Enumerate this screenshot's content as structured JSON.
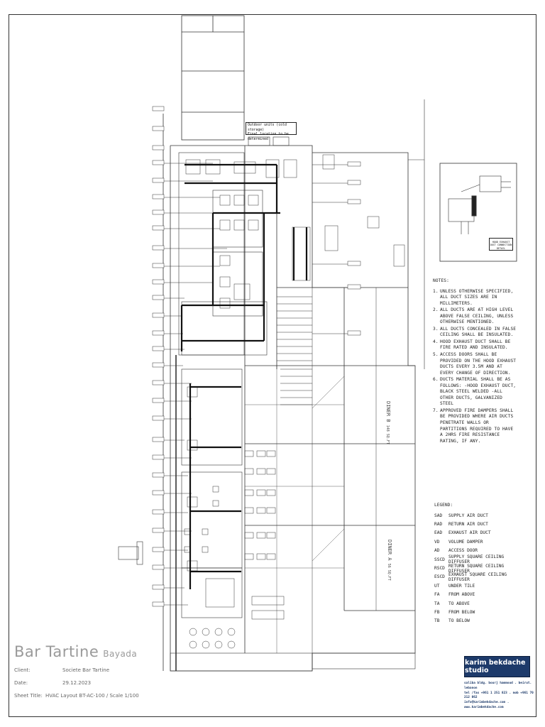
{
  "callout": {
    "line1": "Outdoor units (cold storage)",
    "line2": "Final location to be determined"
  },
  "rooms": [
    {
      "name": "DINER B",
      "area": "148 SQ.FT"
    },
    {
      "name": "DINER A",
      "area": "56 SQ.FT"
    }
  ],
  "inset": {
    "caption": "HOOD EXHAUST DUCT CONNECTION DETAIL"
  },
  "notes": {
    "heading": "NOTES:",
    "items": [
      {
        "num": "1.",
        "text": "UNLESS OTHERWISE SPECIFIED, ALL DUCT SIZES ARE IN MILLIMETERS."
      },
      {
        "num": "2.",
        "text": "ALL DUCTS ARE AT HIGH LEVEL ABOVE FALSE CEILING, UNLESS OTHERWISE MENTIONED."
      },
      {
        "num": "3.",
        "text": "ALL DUCTS CONCEALED IN FALSE CEILING SHALL BE INSULATED."
      },
      {
        "num": "4.",
        "text": "HOOD EXHAUST DUCT SHALL BE FIRE RATED AND INSULATED."
      },
      {
        "num": "5.",
        "text": "ACCESS DOORS SHALL BE PROVIDED ON THE HOOD EXHAUST DUCTS EVERY 3.5M AND AT EVERY CHANGE OF DIRECTION."
      },
      {
        "num": "6.",
        "text": "DUCTS MATERIAL SHALL BE AS FOLLOWS: -HOOD EXHAUST DUCT, BLACK STEEL WELDED -ALL OTHER DUCTS, GALVANIZED STEEL"
      },
      {
        "num": "7.",
        "text": "APPROVED FIRE DAMPERS SHALL BE PROVIDED WHERE AIR DUCTS PENETRATE WALLS OR PARTITIONS REQUIRED TO HAVE A 2HRS FIRE RESISTANCE RATING, IF ANY."
      }
    ]
  },
  "legend": {
    "heading": "LEGEND:",
    "items": [
      {
        "code": "SAD",
        "desc": "SUPPLY AIR DUCT"
      },
      {
        "code": "RAD",
        "desc": "RETURN AIR DUCT"
      },
      {
        "code": "EAD",
        "desc": "EXHAUST AIR DUCT"
      },
      {
        "code": "VD",
        "desc": "VOLUME DAMPER"
      },
      {
        "code": "AD",
        "desc": "ACCESS DOOR"
      },
      {
        "code": "SSCD",
        "desc": "SUPPLY SQUARE CEILING DIFFUSER"
      },
      {
        "code": "RSCD",
        "desc": "RETURN SQUARE CEILING DIFFUSER"
      },
      {
        "code": "ESCD",
        "desc": "EXHAUST SQUARE CEILING DIFFUSER"
      },
      {
        "code": "UT",
        "desc": "UNDER TILE"
      },
      {
        "code": "FA",
        "desc": "FROM ABOVE"
      },
      {
        "code": "TA",
        "desc": "TO ABOVE"
      },
      {
        "code": "FB",
        "desc": "FROM BELOW"
      },
      {
        "code": "TB",
        "desc": "TO BELOW"
      }
    ]
  },
  "title_block": {
    "project": "Bar Tartine",
    "location": "Bayada",
    "client_label": "Client:",
    "client": "Societe Bar Tartine",
    "date_label": "Date:",
    "date": "29.12.2023",
    "sheet_label": "Sheet Title:",
    "sheet": "HVAC Layout  BT-AC-100 / Scale 1/100"
  },
  "studio": {
    "name": "karim bekdache studio",
    "addr1": "saliba bldg. bourj hammoud . beirut. lebanon",
    "addr2": "tel /fax +961 1 251 823 . mob +961 70 212 062",
    "addr3": "info@karimbekdache.com . www.karimbekdache.com"
  }
}
